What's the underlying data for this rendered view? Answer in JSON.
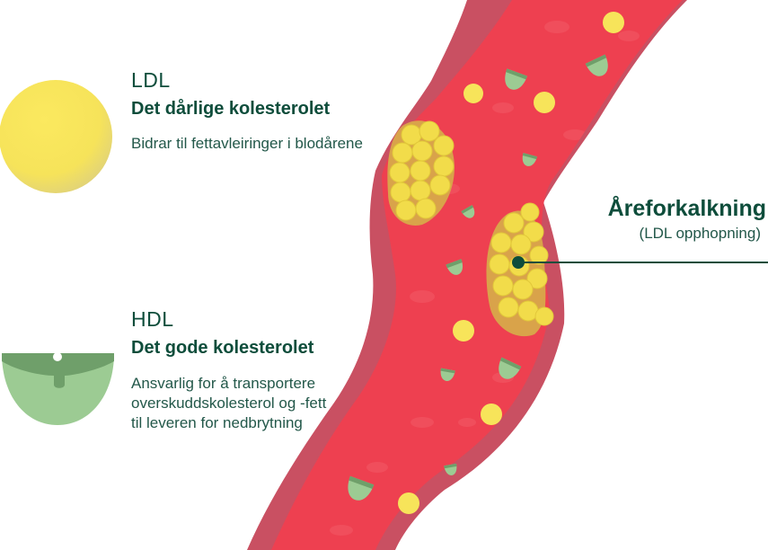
{
  "ldl": {
    "name": "LDL",
    "title": "Det dårlige kolesterolet",
    "description": "Bidrar til fettavleiringer i blodårene",
    "color": "#f7e45a"
  },
  "hdl": {
    "name": "HDL",
    "title": "Det gode kolesterolet",
    "description": "Ansvarlig for å transportere overskuddskolesterol og -fett til leveren for nedbrytning",
    "color": "#9ccb93"
  },
  "callout": {
    "title": "Åreforkalkning",
    "subtitle": "(LDL opphopning)"
  },
  "colors": {
    "text": "#0e4d3b",
    "vessel_wall": "#c95062",
    "blood": "#ee4050",
    "plaque": "#f2dc4a"
  }
}
